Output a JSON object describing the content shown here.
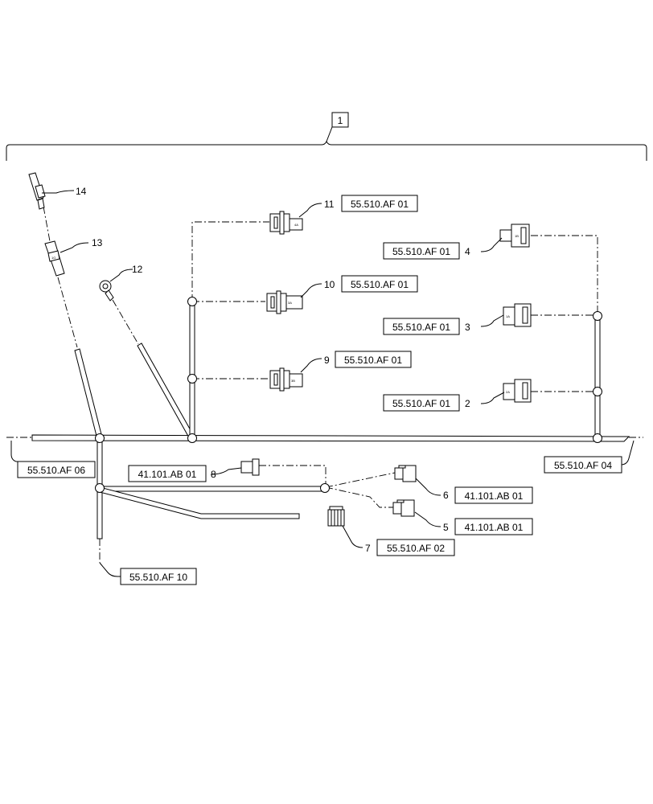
{
  "assembly": {
    "callout": "1"
  },
  "references": {
    "r_af06": "55.510.AF 06",
    "r_af04": "55.510.AF 04",
    "r_af10": "55.510.AF 10",
    "r_af02": "55.510.AF 02",
    "r_af01_11": "55.510.AF 01",
    "r_af01_10": "55.510.AF 01",
    "r_af01_9": "55.510.AF 01",
    "r_af01_4": "55.510.AF 01",
    "r_af01_3": "55.510.AF 01",
    "r_af01_2": "55.510.AF 01",
    "r_ab01_8": "41.101.AB 01",
    "r_ab01_6": "41.101.AB 01",
    "r_ab01_5": "41.101.AB 01"
  },
  "callouts": {
    "c1": "1",
    "c2": "2",
    "c3": "3",
    "c4": "4",
    "c5": "5",
    "c6": "6",
    "c7": "7",
    "c8": "8",
    "c9": "9",
    "c10": "10",
    "c11": "11",
    "c12": "12",
    "c13": "13",
    "c14": "14"
  },
  "connector_marks": {
    "m11": "4A",
    "m10": "3A",
    "m9": "3B",
    "m4": "1B",
    "m3": "1A",
    "m2": "2A",
    "m13": "1G"
  }
}
